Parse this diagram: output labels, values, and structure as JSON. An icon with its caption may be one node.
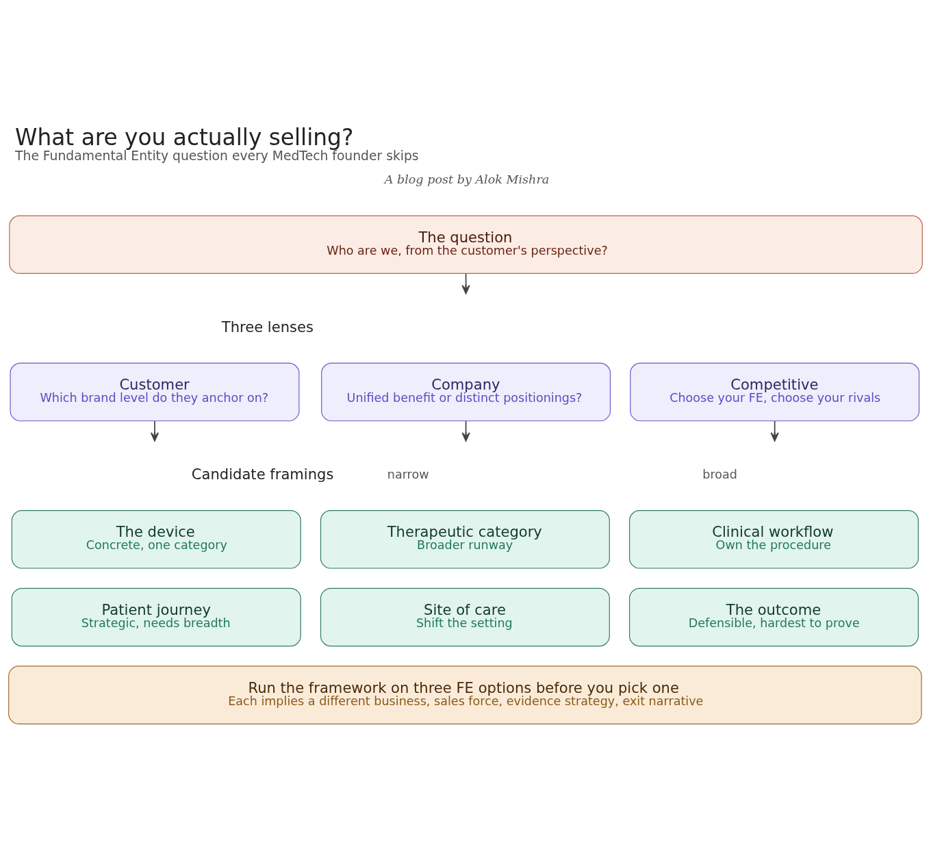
{
  "diagram": {
    "title": "What are you actually selling?",
    "caption": "The Fundamental Entity question every MedTech founder skips",
    "nodes": [
      {
        "text": [
          "The question",
          "Who are we, from the customer's perspective?"
        ]
      },
      {
        "text": [
          "Customer",
          "Which brand level do they anchor on?"
        ]
      },
      {
        "text": [
          "Company",
          "Unified benefit or distinct positionings?"
        ]
      },
      {
        "text": [
          "Competitive",
          "Choose your FE, choose your rivals"
        ]
      },
      {
        "text": [
          "The device",
          "Concrete, one category"
        ]
      },
      {
        "text": [
          "Therapeutic category",
          "Broader runway"
        ]
      },
      {
        "text": [
          "Clinical workflow",
          "Own the procedure"
        ]
      },
      {
        "text": [
          "Patient journey",
          "Strategic, needs breadth"
        ]
      },
      {
        "text": [
          "Site of care",
          "Shift the setting"
        ]
      },
      {
        "text": [
          "The outcome",
          "Defensible, hardest to prove"
        ]
      },
      {
        "text": [
          "Run the framework on three FE options before you pick one",
          "Each implies a different business, sales force, evidence strategy, exit narrative"
        ]
      }
    ],
    "edges": [
      {
        "from": 0,
        "to": null,
        "arrow": "to"
      },
      {
        "from": 1,
        "to": null,
        "arrow": "to"
      },
      {
        "from": 2,
        "to": null,
        "arrow": "to"
      },
      {
        "from": 3,
        "to": null,
        "arrow": "to"
      }
    ],
    "labels": [
      "A blog post by Alok Mishra",
      "Three lenses",
      "Candidate framings",
      "narrow",
      "broad"
    ]
  }
}
